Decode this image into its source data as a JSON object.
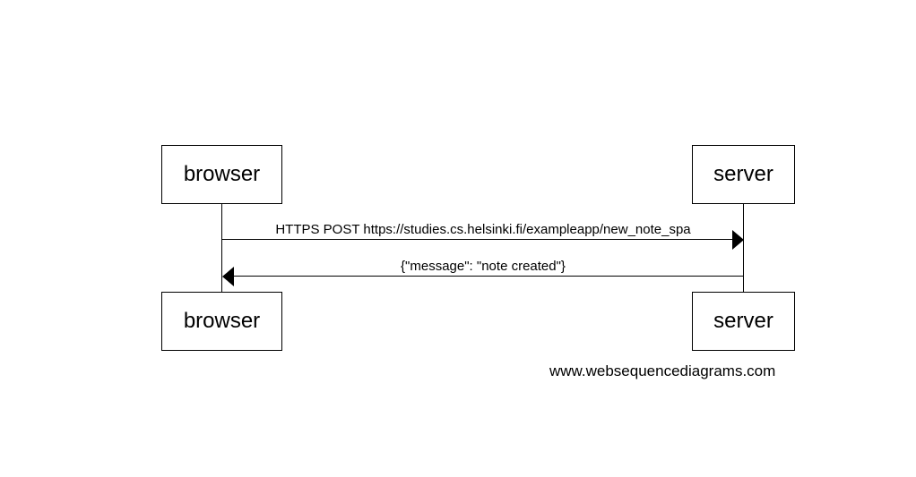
{
  "participants": {
    "left": "browser",
    "right": "server"
  },
  "messages": [
    {
      "from": "browser",
      "to": "server",
      "label": "HTTPS POST https://studies.cs.helsinki.fi/exampleapp/new_note_spa"
    },
    {
      "from": "server",
      "to": "browser",
      "label": "{\"message\": \"note created\"}"
    }
  ],
  "watermark": "www.websequencediagrams.com",
  "colors": {
    "line": "#000000",
    "background": "#ffffff"
  }
}
